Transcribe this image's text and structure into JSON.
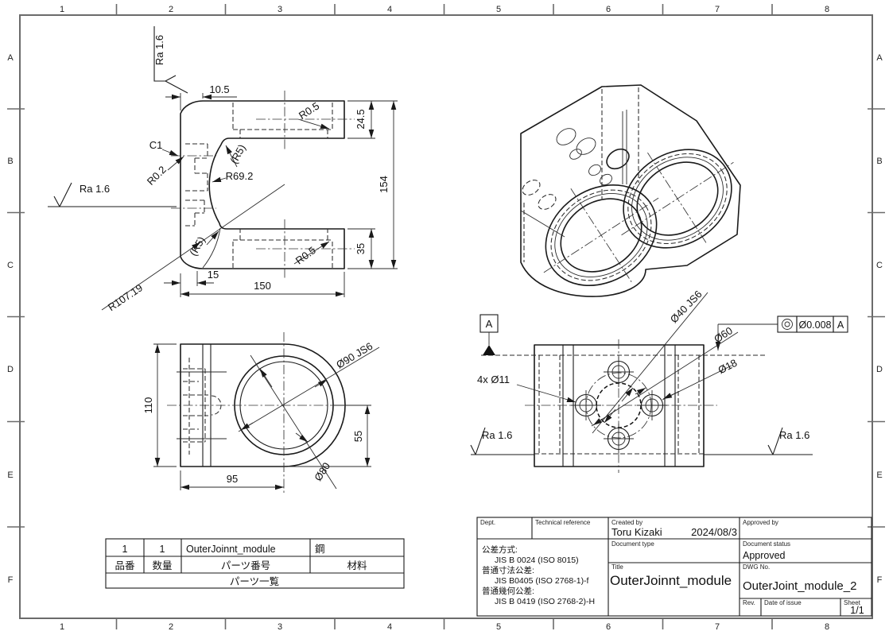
{
  "sheet": {
    "zone_columns": [
      "1",
      "2",
      "3",
      "4",
      "5",
      "6",
      "7",
      "8"
    ],
    "zone_rows": [
      "A",
      "B",
      "C",
      "D",
      "E",
      "F"
    ]
  },
  "side_view": {
    "dim_width_top": "10.5",
    "dim_flange_top": "24.5",
    "dim_height": "154",
    "dim_flange_bottom": "35",
    "dim_step": "15",
    "dim_width": "150",
    "radius_slot_top": "R0.5",
    "radius_slot_bottom": "R0.5",
    "radius_fillet_top": "(R5)",
    "radius_fillet_bottom": "(R5)",
    "radius_arc": "R69.2",
    "radius_edge": "R0.2",
    "chamfer": "C1",
    "radius_blend": "R107.19",
    "roughness_top": "Ra 1.6",
    "roughness_left": "Ra 1.6"
  },
  "front_view": {
    "dim_height": "110",
    "dim_width": "95",
    "dim_offset": "55",
    "dim_bore": "Ø90 JS6",
    "dim_counterbore": "Ø80"
  },
  "top_view": {
    "dim_holes": "4x Ø11",
    "dim_bore": "Ø40 JS6",
    "dim_bolt_circle": "Ø60",
    "dim_hole": "Ø18",
    "datum_label": "A",
    "fcf_symbol": "concentricity",
    "fcf_tolerance": "Ø0.008",
    "fcf_datum": "A",
    "roughness_left": "Ra 1.6",
    "roughness_right": "Ra 1.6"
  },
  "parts_table": {
    "row": {
      "no": "1",
      "qty": "1",
      "part": "OuterJoinnt_module",
      "material": "鋼"
    },
    "headers": {
      "no": "品番",
      "qty": "数量",
      "part": "パーツ番号",
      "material": "材料"
    },
    "caption": "パーツ一覧"
  },
  "title_block": {
    "labels": {
      "dept": "Dept.",
      "tech_ref": "Technical reference",
      "created_by": "Created by",
      "approved_by": "Approved by",
      "doc_type": "Document type",
      "doc_status": "Document status",
      "title": "Title",
      "dwg_no": "DWG No.",
      "rev": "Rev.",
      "date_of_issue": "Date of issue",
      "sheet": "Sheet"
    },
    "created_by": "Toru Kizaki",
    "created_date": "2024/08/3",
    "doc_status": "Approved",
    "title": "OuterJoinnt_module",
    "dwg_no": "OuterJoint_module_2",
    "sheet": "1/1",
    "tolerance_notes": {
      "l1": "公差方式:",
      "l2": "JIS B 0024 (ISO 8015)",
      "l3": "普通寸法公差:",
      "l4": "JIS B0405 (ISO 2768-1)-f",
      "l5": "普通幾何公差:",
      "l6": "JIS B 0419 (ISO 2768-2)-H"
    }
  }
}
